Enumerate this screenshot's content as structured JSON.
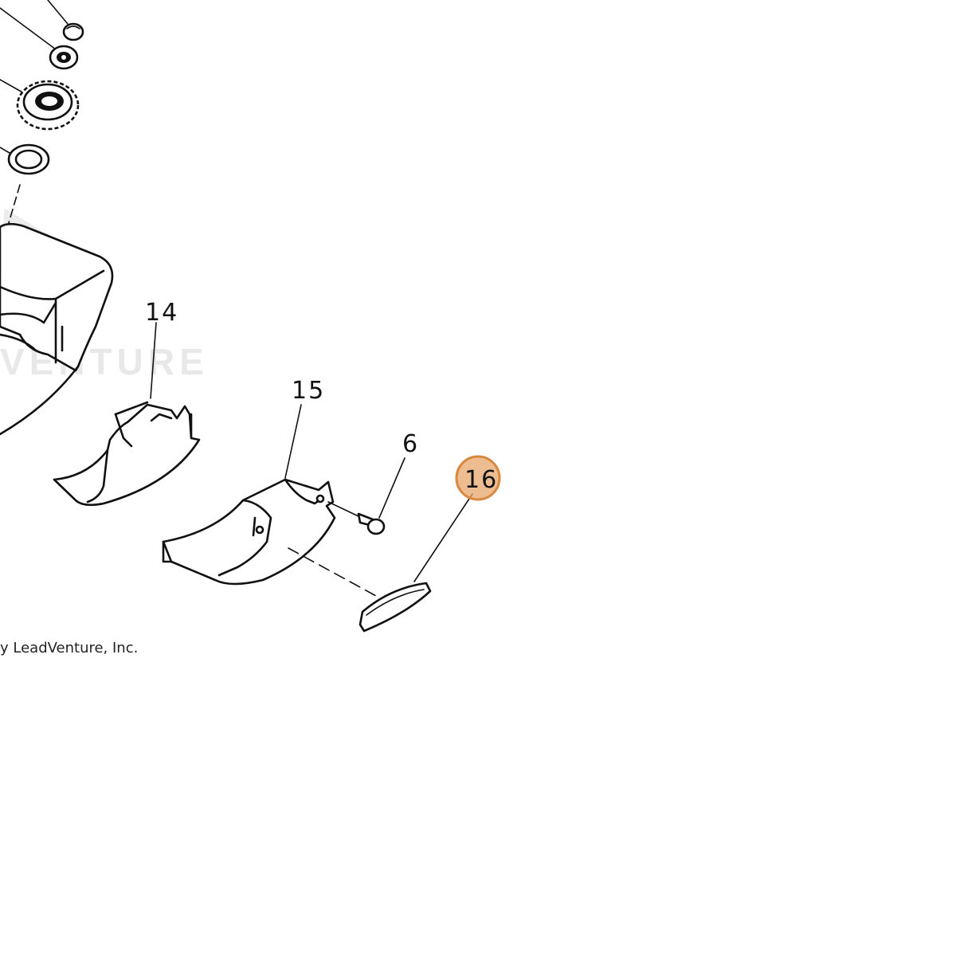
{
  "watermark": {
    "text": "VENTURE"
  },
  "callouts": [
    {
      "id": "part-14",
      "label": "14"
    },
    {
      "id": "part-15",
      "label": "15"
    },
    {
      "id": "part-6",
      "label": "6"
    },
    {
      "id": "part-16",
      "label": "16",
      "highlighted": true
    }
  ],
  "highlight_color": "#e8a56c",
  "copyright": "y LeadVenture, Inc."
}
